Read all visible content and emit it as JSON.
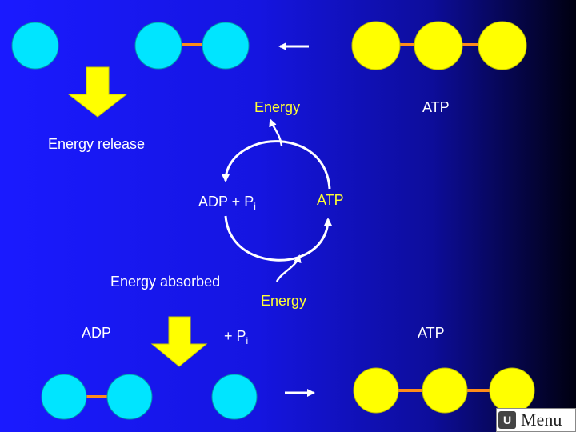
{
  "labels": {
    "energy_top": "Energy",
    "atp_top": "ATP",
    "energy_release": "Energy release",
    "adp_pi_base": "ADP + P",
    "adp_pi_sub": "i",
    "atp_mid": "ATP",
    "energy_absorbed": "Energy absorbed",
    "energy_bottom": "Energy",
    "adp_bottom": "ADP",
    "pi_bottom_base": "+ P",
    "pi_bottom_sub": "i",
    "atp_bottom": "ATP"
  },
  "menu": {
    "label": "Menu",
    "icon": "u-logo-icon"
  },
  "colors": {
    "background": "#1a1aff",
    "cyan_phosphate": "#00e5ff",
    "yellow_phosphate": "#ffff00",
    "bond": "#ff8c1a",
    "arrow_fill": "#ffff00",
    "cycle_arrow": "#ffffff",
    "energy_label": "#ffff33"
  }
}
